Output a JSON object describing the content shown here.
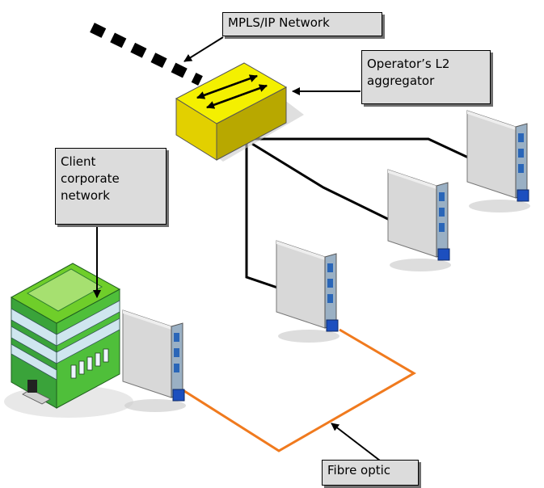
{
  "labels": {
    "mpls": "MPLS/IP Network",
    "aggregator_line1": "Operator’s L2",
    "aggregator_line2": "aggregator",
    "client_line1": "Client",
    "client_line2": "corporate",
    "client_line3": "network",
    "fibre": "Fibre optic"
  },
  "colors": {
    "fibre_link": "#f07a1e",
    "copper_link": "#000000",
    "switch_face": "#f4f000",
    "building_roof": "#6fce2a",
    "building_glass": "#cfe6ef",
    "callout_fill": "#dcdcdc"
  },
  "icons": [
    "switch-icon",
    "building-icon",
    "network-terminal-icon"
  ]
}
